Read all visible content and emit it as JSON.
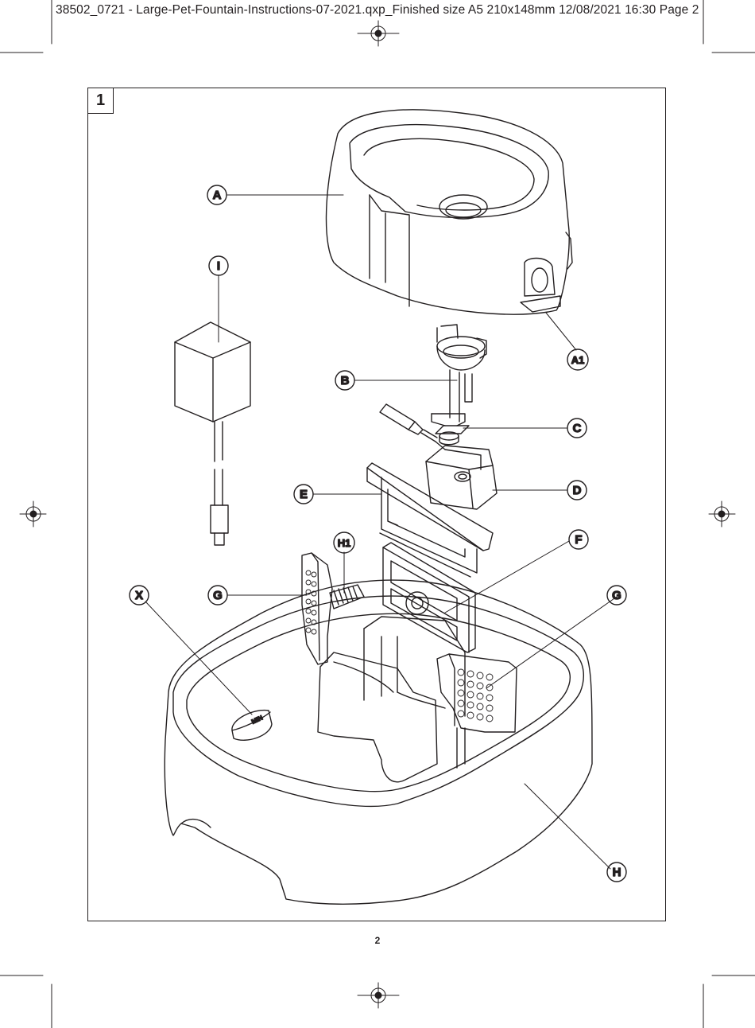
{
  "document": {
    "slug_line": "38502_0721 - Large-Pet-Fountain-Instructions-07-2021.qxp_Finished size A5 210x148mm  12/08/2021  16:30  Page 2",
    "figure_number": "1",
    "page_number": "2"
  },
  "callouts": {
    "A": "A",
    "A1": "A1",
    "B": "B",
    "C": "C",
    "D": "D",
    "E": "E",
    "F": "F",
    "G_left": "G",
    "G_right": "G",
    "H": "H",
    "H1": "H1",
    "I": "I",
    "X": "X"
  },
  "product_markings": {
    "min_mark": "MIN"
  },
  "colors": {
    "ink": "#231f20",
    "paper": "#ffffff"
  }
}
